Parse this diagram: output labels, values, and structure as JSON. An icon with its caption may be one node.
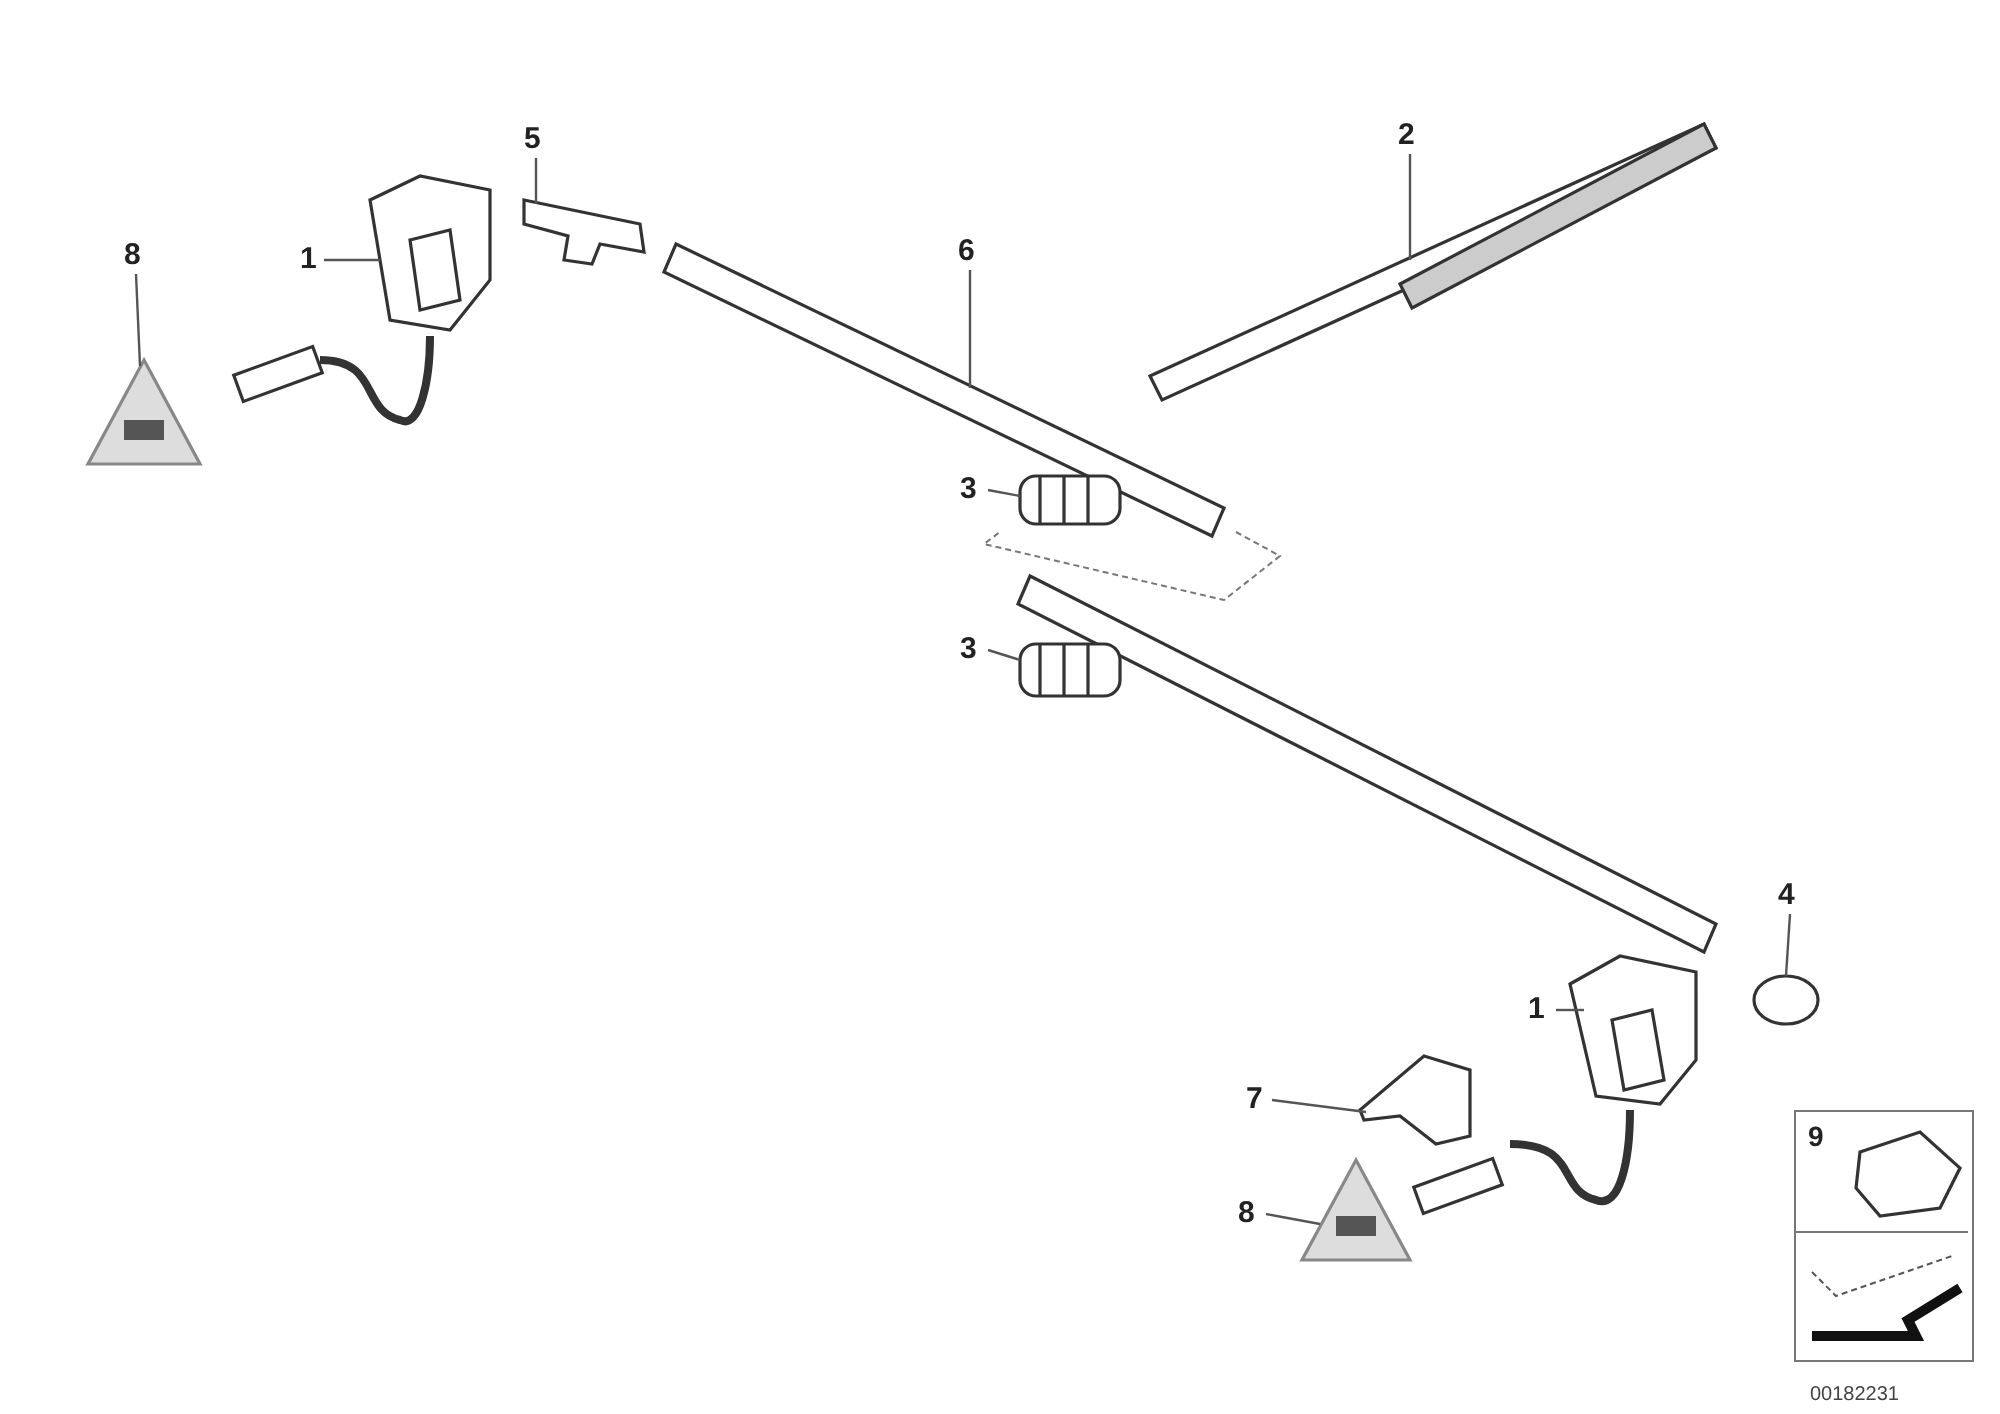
{
  "diagram": {
    "nodes": [
      {
        "text": [
          "1"
        ]
      },
      {
        "text": [],
        "shape": "picture"
      },
      {
        "text": [
          "5"
        ]
      },
      {
        "text": [],
        "shape": "picture"
      },
      {
        "text": [
          "6"
        ]
      },
      {
        "text": [],
        "shape": "picture"
      },
      {
        "text": [
          "2"
        ]
      },
      {
        "text": [],
        "shape": "picture"
      },
      {
        "text": [
          "8"
        ]
      },
      {
        "text": [],
        "shape": "picture"
      },
      {
        "text": [
          "3"
        ]
      },
      {
        "text": [],
        "shape": "picture"
      },
      {
        "text": [
          "3"
        ]
      },
      {
        "text": [],
        "shape": "picture"
      },
      {
        "text": [
          "4"
        ]
      },
      {
        "text": [],
        "shape": "circle"
      },
      {
        "text": [
          "1"
        ]
      },
      {
        "text": [],
        "shape": "picture"
      },
      {
        "text": [
          "7"
        ]
      },
      {
        "text": [],
        "shape": "picture"
      },
      {
        "text": [
          "8"
        ]
      },
      {
        "text": [],
        "shape": "picture"
      },
      {
        "text": [
          "9"
        ]
      }
    ],
    "edges": [
      {
        "from": 0,
        "to": 1,
        "arrow": "none"
      },
      {
        "from": 2,
        "to": 3,
        "arrow": "none"
      },
      {
        "from": 4,
        "to": 5,
        "arrow": "none"
      },
      {
        "from": 6,
        "to": 7,
        "arrow": "none"
      },
      {
        "from": 8,
        "to": 9,
        "arrow": "none"
      },
      {
        "from": 10,
        "to": 11,
        "arrow": "none"
      },
      {
        "from": 12,
        "to": 13,
        "arrow": "none"
      },
      {
        "from": 14,
        "to": 15,
        "arrow": "none"
      },
      {
        "from": 16,
        "to": 17,
        "arrow": "none"
      },
      {
        "from": 18,
        "to": 19,
        "arrow": "none"
      },
      {
        "from": 20,
        "to": 21,
        "arrow": "none"
      }
    ],
    "labels": [
      "00182231"
    ]
  }
}
